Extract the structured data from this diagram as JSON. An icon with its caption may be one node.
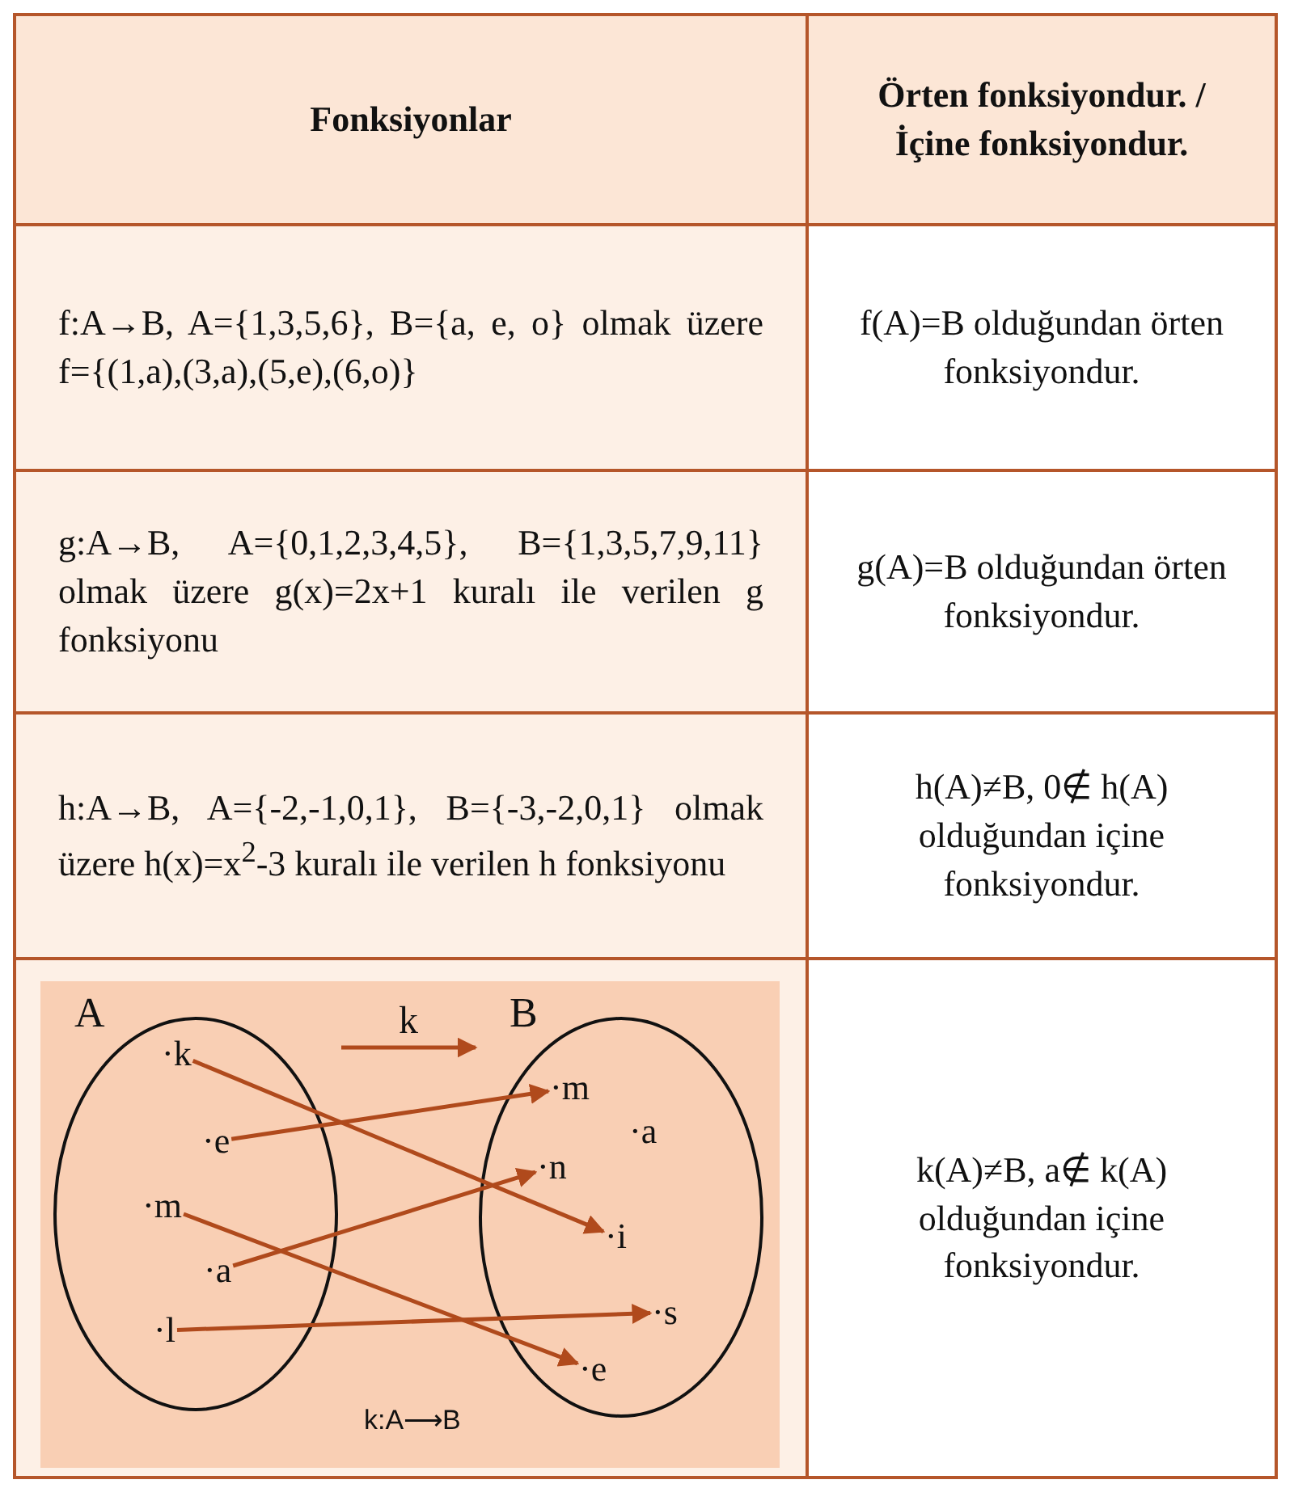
{
  "diagram": {
    "nodes": [
      {
        "text": [
          "A"
        ]
      },
      {
        "text": [
          "·k"
        ],
        "in": 0
      },
      {
        "text": [
          "·e"
        ],
        "in": 0
      },
      {
        "text": [
          "·m"
        ],
        "in": 0
      },
      {
        "text": [
          "·a"
        ],
        "in": 0
      },
      {
        "text": [
          "·l"
        ],
        "in": 0
      },
      {
        "text": [
          "B"
        ]
      },
      {
        "text": [
          "·m"
        ],
        "in": 6
      },
      {
        "text": [
          "·a"
        ],
        "in": 6
      },
      {
        "text": [
          "·n"
        ],
        "in": 6
      },
      {
        "text": [
          "·i"
        ],
        "in": 6
      },
      {
        "text": [
          "·s"
        ],
        "in": 6
      },
      {
        "text": [
          "·e"
        ],
        "in": 6
      }
    ],
    "edges": [
      {
        "from": 0,
        "to": 6,
        "arrow": "to",
        "label": "k"
      },
      {
        "from": 1,
        "to": 10,
        "arrow": "to"
      },
      {
        "from": 2,
        "to": 7,
        "arrow": "to"
      },
      {
        "from": 3,
        "to": 12,
        "arrow": "to"
      },
      {
        "from": 4,
        "to": 9,
        "arrow": "to"
      },
      {
        "from": 5,
        "to": 11,
        "arrow": "to"
      }
    ],
    "labels": [
      "Fonksiyonlar",
      "Örten fonksiyondur. / İçine fonksiyondur.",
      "f:A→B, A={1,3,5,6}, B={a, e, o} olmak üzere f={(1,a),(3,a),(5,e),(6,o)}",
      "f(A)=B olduğundan örten fonksiyondur.",
      "g:A→B, A={0,1,2,3,4,5}, B={1,3,5,7,9,11} olmak üzere g(x)=2x+1 kuralı ile verilen g fonksiyonu",
      "g(A)=B olduğundan örten fonksiyondur.",
      "h:A→B, A={-2,-1,0,1}, B={-3,-2,0,1} olmak üzere h(x)=x$^{2}$-3 kuralı ile verilen h fonksiyonu",
      "h(A)≠B, 0∉ h(A) olduğundan içine fonksiyondur.",
      "k:A⟶B",
      "k(A)≠B, a∉ k(A) olduğundan içine fonksiyondur."
    ]
  }
}
